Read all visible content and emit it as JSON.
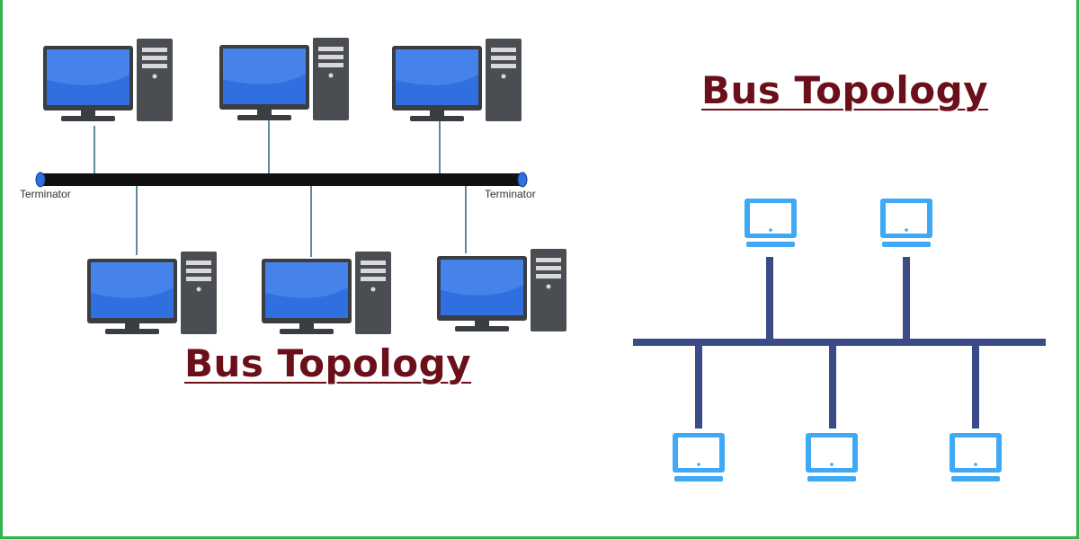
{
  "diagram": {
    "title_right": "Bus Topology",
    "title_left": "Bus Topology",
    "terminators": [
      "Terminator",
      "Terminator"
    ]
  },
  "colors": {
    "title": "#6b0f1a",
    "screen_blue": "#2f6fe0",
    "tower_gray": "#4a4d52",
    "bus_black": "#111111",
    "icon_light_blue": "#3fa9f5",
    "bus_navy": "#3a4b86",
    "frame_green": "#37b24d"
  },
  "icons": {
    "workstation": "desktop-computer-icon",
    "simple_node": "monitor-icon",
    "end_cap": "terminator-icon"
  }
}
